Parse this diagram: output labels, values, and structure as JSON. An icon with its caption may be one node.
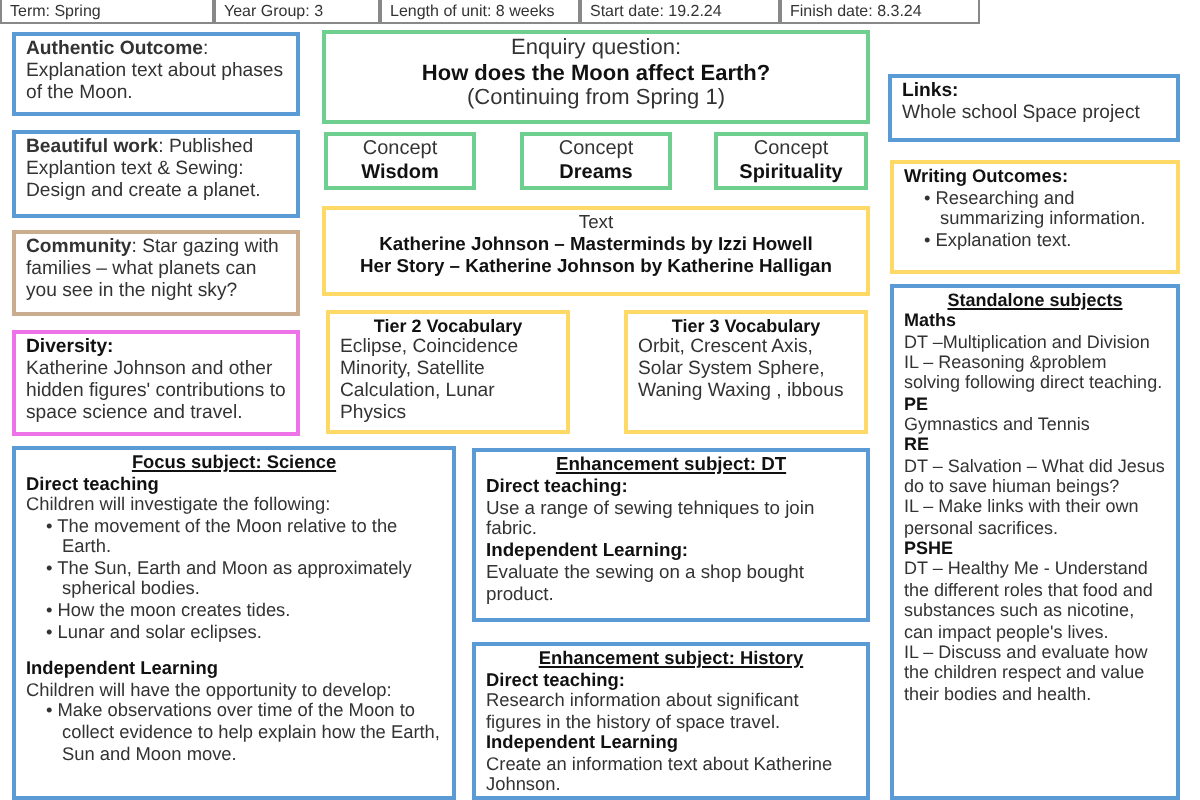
{
  "diagram": {
    "nodes": [
      {
        "text": [
          "**Authentic Outcome**: Explanation text about phases of the Moon."
        ]
      },
      {
        "text": [
          "**Beautiful work**: Published Explantion text & Sewing: Design and create a planet."
        ]
      },
      {
        "text": [
          "**Community**: Star gazing with families – what planets can you see in the night sky?"
        ]
      },
      {
        "text": [
          "Diversity:",
          "Katherine Johnson and other hidden figures' contributions to space science and travel."
        ]
      },
      {
        "text": [
          "Enquiry question:",
          "How does the Moon affect Earth?",
          "(Continuing from Spring 1)"
        ]
      },
      {
        "text": [
          "Concept",
          "Wisdom"
        ]
      },
      {
        "text": [
          "Concept",
          "Dreams"
        ]
      },
      {
        "text": [
          "Concept",
          "Spirituality"
        ]
      },
      {
        "text": [
          "Text",
          "Katherine Johnson – Masterminds by Izzi Howell",
          "Her Story – Katherine Johnson by Katherine Halligan"
        ]
      },
      {
        "text": [
          "Tier 2 Vocabulary",
          "Eclipse, Coincidence Minority, Satellite Calculation, Lunar Physics"
        ]
      },
      {
        "text": [
          "Tier 3 Vocabulary",
          "Orbit, Crescent Axis, Solar System Sphere, Waning Waxing , ibbous"
        ]
      },
      {
        "text": [
          "Focus subject: Science",
          "Direct teaching",
          "Children will investigate the following:",
          "• The movement of the Moon relative to the Earth.",
          "• The Sun, Earth and Moon as approximately spherical bodies.",
          "• How the moon creates tides.",
          "• Lunar and solar eclipses.",
          "Independent Learning",
          "Children will have the opportunity to develop:",
          "• Make observations over time of the Moon to collect evidence to help explain how the Earth, Sun and Moon move."
        ]
      },
      {
        "text": [
          "Enhancement subject: DT",
          "Direct teaching:",
          "Use a range of sewing tehniques to join fabric.",
          "Independent Learning:",
          "Evaluate the sewing on a shop bought product."
        ]
      },
      {
        "text": [
          "Enhancement subject: History",
          "Direct teaching:",
          "Research information about significant figures in the history of space travel.",
          "Independent Learning",
          "Create an information text about Katherine Johnson."
        ]
      },
      {
        "text": [
          "Links:",
          "Whole school Space project"
        ]
      },
      {
        "text": [
          "Writing Outcomes:",
          "• Researching and summarizing information.",
          "• Explanation text."
        ]
      },
      {
        "text": [
          "Standalone subjects",
          "Maths",
          "DT –Multiplication and Division",
          "IL – Reasoning &problem solving following direct teaching.",
          "PE",
          "Gymnastics and Tennis",
          "RE",
          "DT – Salvation – What did Jesus do to save hiuman beings?",
          "IL – Make links with their own personal sacrifices.",
          "PSHE",
          "DT – Healthy Me - Understand the different roles that food and substances such as nicotine, can impact people's lives.",
          "IL – Discuss and evaluate how the children respect and value their bodies and health."
        ]
      }
    ],
    "labels": [
      "Term: Spring",
      "Year Group: 3",
      "Length of unit: 8 weeks",
      "Start date: 19.2.24",
      "Finish date: 8.3.24"
    ]
  }
}
